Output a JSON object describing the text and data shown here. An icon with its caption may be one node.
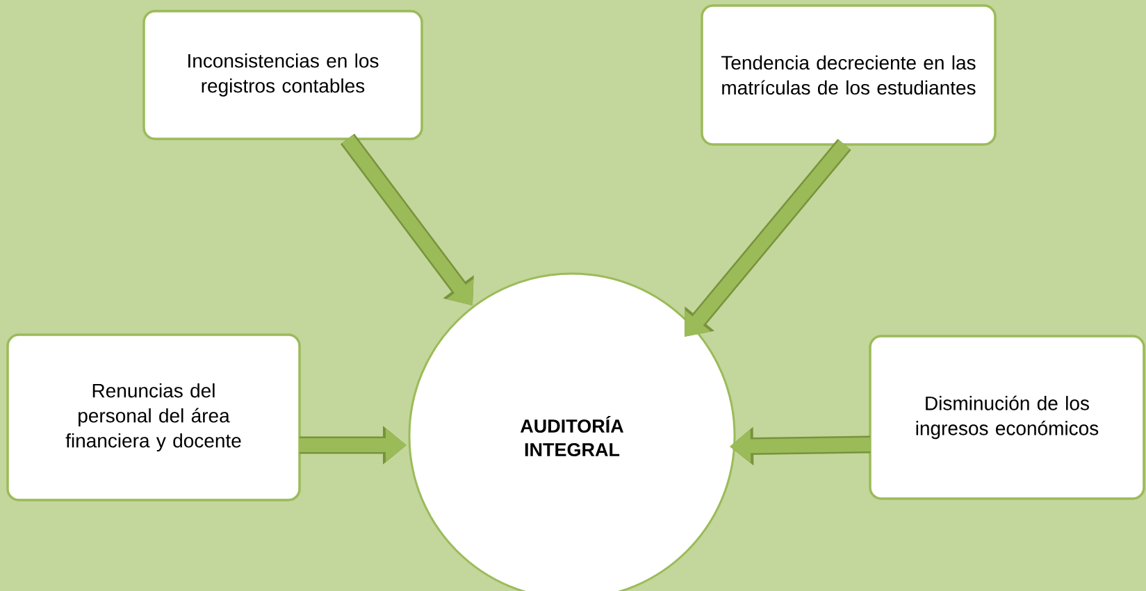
{
  "diagram": {
    "nodes": [
      {
        "text": [
          "Inconsistencias en los registros contables"
        ]
      },
      {
        "text": [
          "Tendencia decreciente en las matrículas de los  estudiantes"
        ]
      },
      {
        "text": [
          "Renuncias del personal del área financiera y docente"
        ]
      },
      {
        "text": [
          "AUDITORÍA INTEGRAL"
        ]
      },
      {
        "text": [
          "Disminución de los ingresos económicos"
        ]
      }
    ],
    "edges": [
      {
        "from": 0,
        "to": 3,
        "arrow": "to"
      },
      {
        "from": 1,
        "to": 3,
        "arrow": "to"
      },
      {
        "from": 2,
        "to": 3,
        "arrow": "to"
      },
      {
        "from": 4,
        "to": 3,
        "arrow": "to"
      }
    ]
  }
}
